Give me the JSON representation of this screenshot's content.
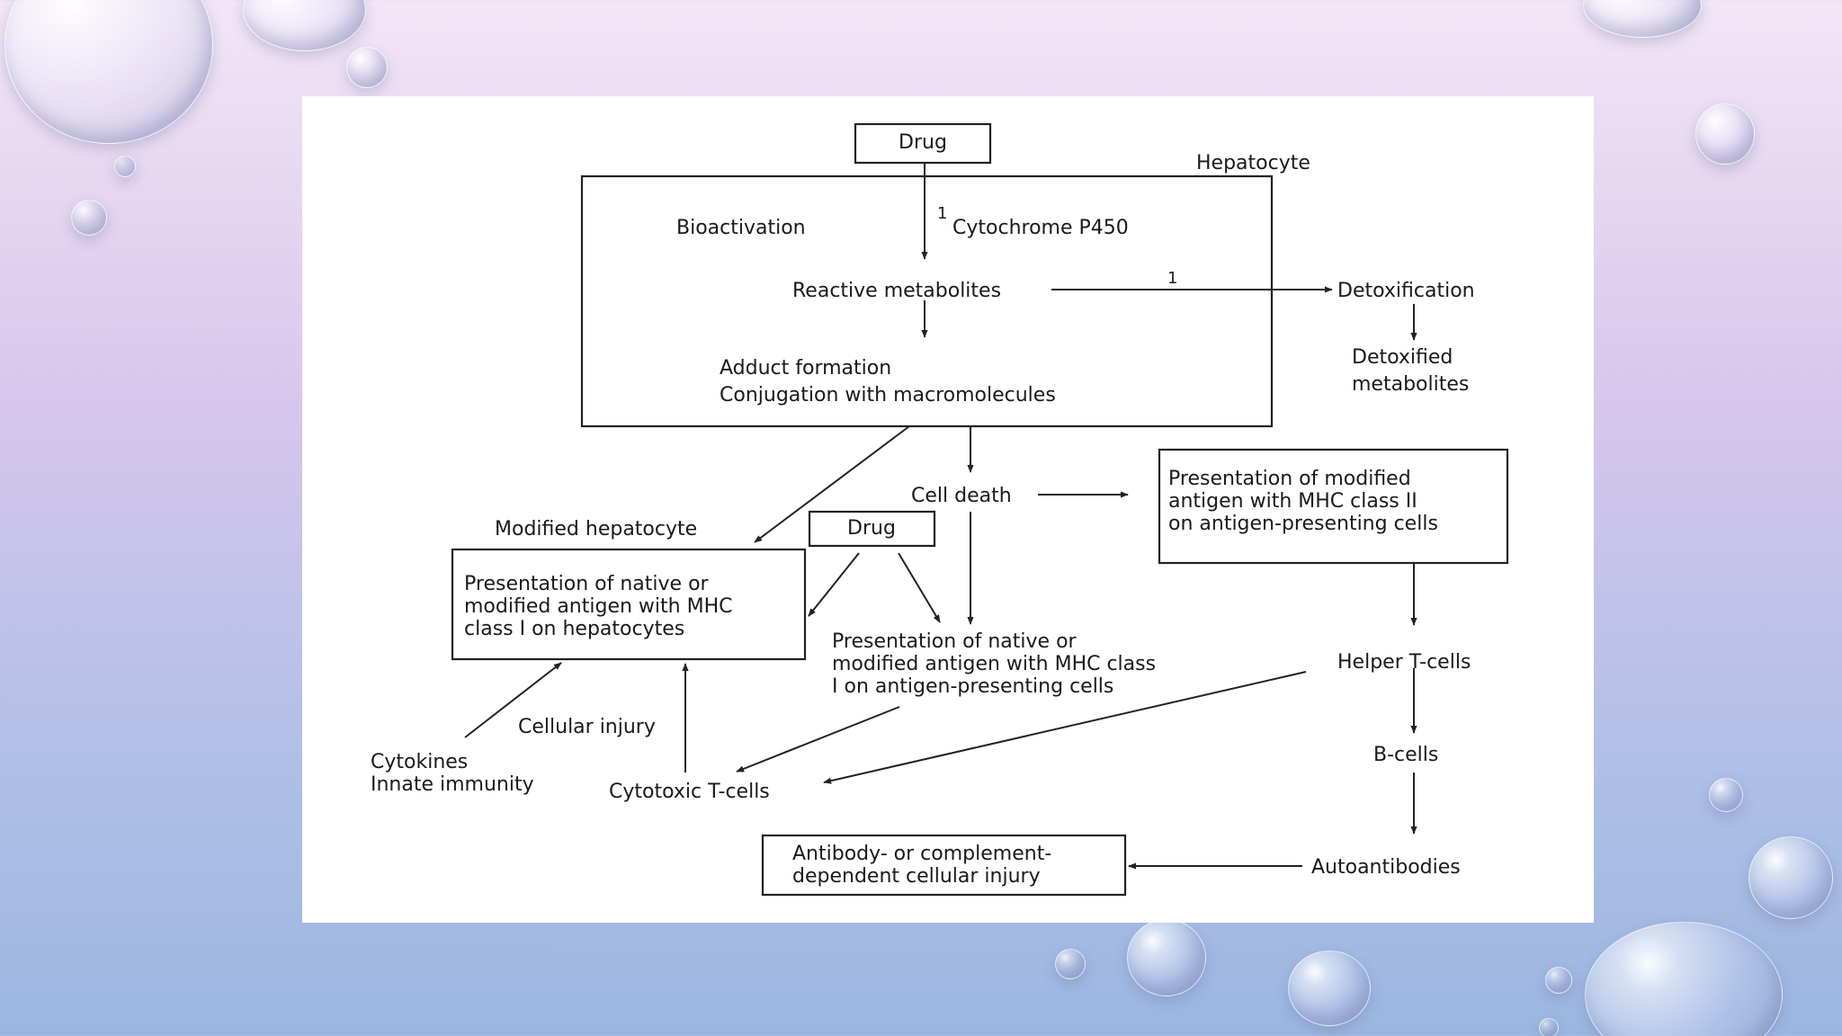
{
  "diagram": {
    "drug_top": "Drug",
    "hepatocyte": "Hepatocyte",
    "bioactivation": "Bioactivation",
    "step_1a": "1",
    "cytochrome": "Cytochrome P450",
    "reactive_metabolites": "Reactive metabolites",
    "step_1b": "1",
    "detoxification": "Detoxification",
    "detoxified_metabolites": [
      "Detoxified",
      "metabolites"
    ],
    "adduct": [
      "Adduct formation",
      "Conjugation with macromolecules"
    ],
    "cell_death": "Cell death",
    "mhc2_presentation": [
      "Presentation of modified",
      "antigen with MHC class II",
      "on antigen-presenting cells"
    ],
    "modified_hepatocyte": "Modified hepatocyte",
    "drug_middle": "Drug",
    "mhc1_hepatocytes": [
      "Presentation of native or",
      "modified antigen with MHC",
      "class I on hepatocytes"
    ],
    "mhc1_apc": [
      "Presentation of native or",
      "modified antigen with MHC class",
      "I on antigen-presenting cells"
    ],
    "helper_t": "Helper T-cells",
    "cellular_injury": "Cellular injury",
    "cytokines": [
      "Cytokines",
      "Innate immunity"
    ],
    "cytotoxic_t": "Cytotoxic T-cells",
    "b_cells": "B-cells",
    "antibody_injury": [
      "Antibody- or complement-",
      "dependent cellular injury"
    ],
    "autoantibodies": "Autoantibodies"
  },
  "colors": {
    "background_top": "#f2e6f6",
    "background_bottom": "#9cb6e2",
    "panel": "#ffffff",
    "ink": "#1a1a1a"
  }
}
